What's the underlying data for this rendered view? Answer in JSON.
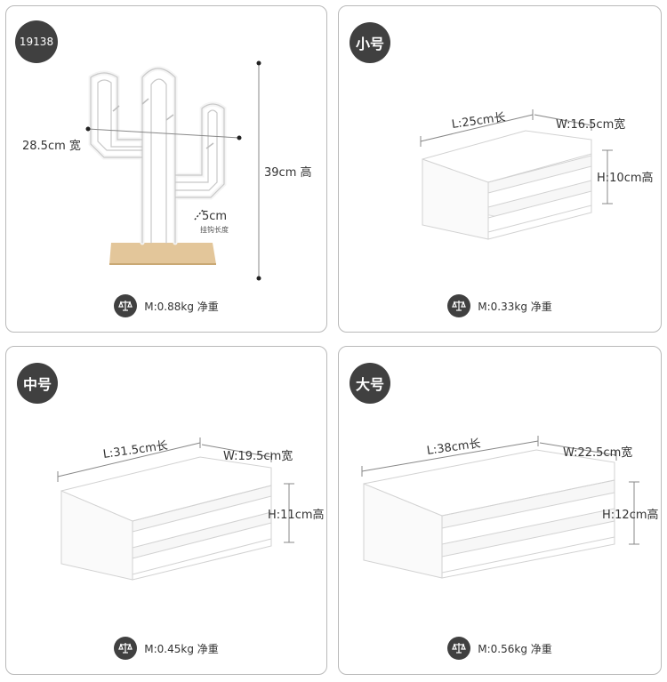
{
  "panels": [
    {
      "badge": "19138",
      "dims": {
        "width": "28.5cm 宽",
        "height": "39cm 高",
        "hook": "5cm",
        "hook_caption": "挂钩长度"
      },
      "weight": "M:0.88kg 净重"
    },
    {
      "badge": "小号",
      "dims": {
        "length": "L:25cm长",
        "width": "W:16.5cm宽",
        "height": "H:10cm高"
      },
      "weight": "M:0.33kg 净重"
    },
    {
      "badge": "中号",
      "dims": {
        "length": "L:31.5cm长",
        "width": "W:19.5cm宽",
        "height": "H:11cm高"
      },
      "weight": "M:0.45kg 净重"
    },
    {
      "badge": "大号",
      "dims": {
        "length": "L:38cm长",
        "width": "W:22.5cm宽",
        "height": "H:12cm高"
      },
      "weight": "M:0.56kg 净重"
    }
  ],
  "icons": {
    "weight": "scale-icon"
  },
  "colors": {
    "badge": "#404040",
    "border": "#b9b9b9",
    "wood": "#e3c69a",
    "crate": "#ffffff",
    "crate_shadow": "#dcdcdc"
  }
}
